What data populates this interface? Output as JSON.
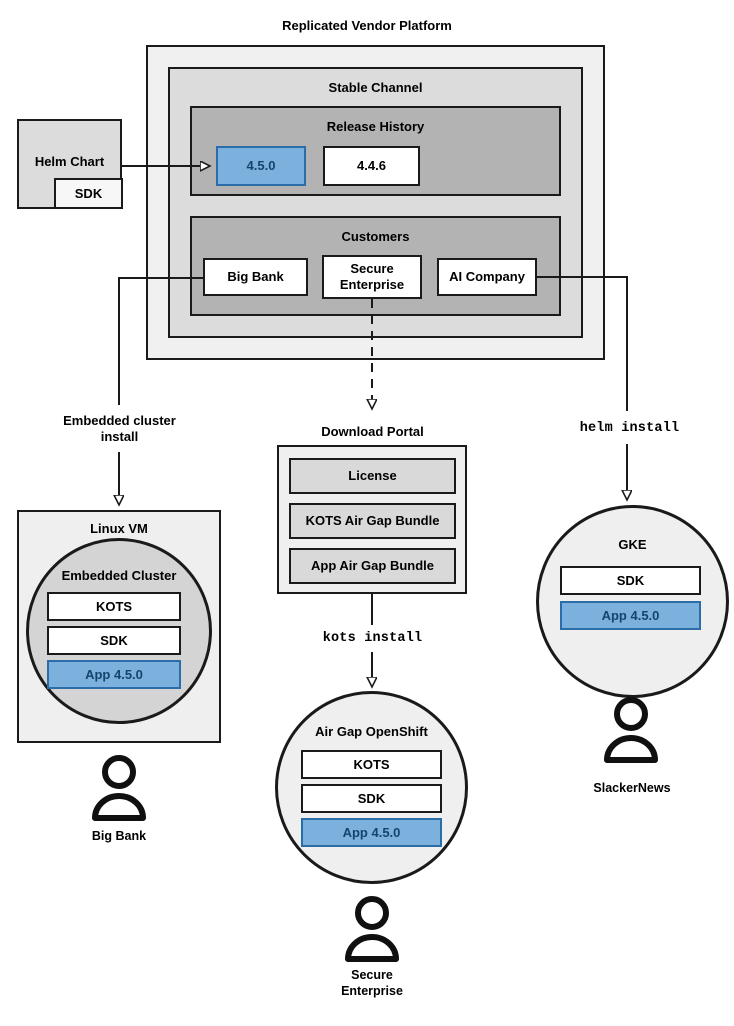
{
  "diagram": {
    "title": "Replicated Vendor Platform",
    "platform": {
      "channel_title": "Stable Channel",
      "release_history": {
        "title": "Release History",
        "releases": [
          {
            "version": "4.5.0",
            "highlighted": true
          },
          {
            "version": "4.4.6",
            "highlighted": false
          }
        ]
      },
      "customers": {
        "title": "Customers",
        "items": [
          {
            "name": "Big Bank"
          },
          {
            "name": "Secure\nEnterprise"
          },
          {
            "name": "AI Company"
          }
        ]
      }
    },
    "helm_chart": {
      "title": "Helm Chart",
      "sdk_label": "SDK"
    },
    "flows": [
      {
        "label": "Embedded cluster\ninstall",
        "style": "plain"
      },
      {
        "label": "kots install",
        "style": "mono"
      },
      {
        "label": "helm install",
        "style": "mono"
      }
    ],
    "linux_vm": {
      "title": "Linux VM",
      "embedded_cluster": {
        "title": "Embedded Cluster",
        "components": [
          {
            "label": "KOTS",
            "highlighted": false
          },
          {
            "label": "SDK",
            "highlighted": false
          },
          {
            "label": "App 4.5.0",
            "highlighted": true
          }
        ]
      },
      "user": "Big Bank"
    },
    "download_portal": {
      "title": "Download Portal",
      "items": [
        {
          "label": "License"
        },
        {
          "label": "KOTS Air Gap Bundle"
        },
        {
          "label": "App Air Gap Bundle"
        }
      ],
      "install_command": "kots install"
    },
    "airgap_openshift": {
      "title": "Air Gap OpenShift",
      "components": [
        {
          "label": "KOTS",
          "highlighted": false
        },
        {
          "label": "SDK",
          "highlighted": false
        },
        {
          "label": "App 4.5.0",
          "highlighted": true
        }
      ],
      "user": "Secure\nEnterprise"
    },
    "gke": {
      "title": "GKE",
      "install_command": "helm install",
      "components": [
        {
          "label": "SDK",
          "highlighted": false
        },
        {
          "label": "App 4.5.0",
          "highlighted": true
        }
      ],
      "user": "SlackerNews"
    },
    "colors": {
      "accent_fill": "#7cb0dd",
      "accent_border": "#2a6da8",
      "accent_text": "#14456e",
      "line": "#1a1a1a",
      "level1_bg": "#f0f0f0",
      "level2_bg": "#dcdcdc",
      "level3_bg": "#b3b3b3"
    }
  }
}
